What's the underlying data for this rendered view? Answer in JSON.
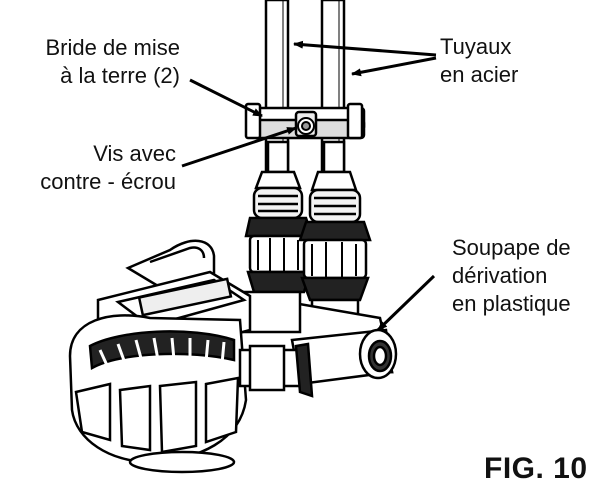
{
  "labels": {
    "bride": [
      "Bride de mise",
      "à la terre (2)"
    ],
    "vis": [
      "Vis avec",
      "contre - écrou"
    ],
    "tuyaux": [
      "Tuyaux",
      "en acier"
    ],
    "soupape": [
      "Soupape de",
      "dérivation",
      "en plastique"
    ]
  },
  "figure_label": "FIG. 10"
}
